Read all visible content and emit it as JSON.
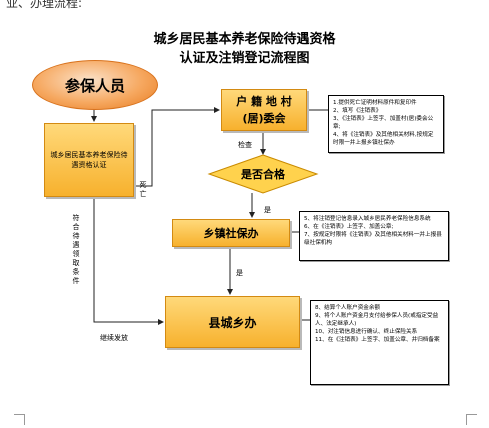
{
  "top_text": "业、办理流程:",
  "title_line1": "城乡居民基本养老保险待遇资格",
  "title_line2": "认证及注销登记流程图",
  "start_node": "参保人员",
  "left_box": "城乡居民基本养老保险待遇资格认证",
  "huji_box": {
    "line1": "户 籍 地 村",
    "line2": "(居)委会"
  },
  "decision": "是否合格",
  "xiangzhen_box": "乡镇社保办",
  "xian_box": "县城乡办",
  "labels": {
    "jiancha": "检查",
    "shiwang": "死亡",
    "shi1": "是",
    "shi2": "是",
    "fuhe": "符合待遇领取条件",
    "jixu": "继续发放"
  },
  "note1": [
    "1.提供死亡证明材料原件和复印件",
    "2、填写《注销表》",
    "3、《注销表》上签字、加盖村(居)委会公章;",
    "4、将《注销表》及其他相关材料,按规定时限一并上报乡镇社保办"
  ],
  "note2": [
    "5、将注销登记信息录入城乡居民养老保险信息系统",
    "6、在《注销表》上签字、加盖公章;",
    "7、按规定时限将《注销表》及其他相关材料一并上报县级社保机构"
  ],
  "note3": [
    "8、结算个人账户资金余额",
    "9、将个人账户资金月支付给参保人员(或指定受益人、法定继承人)",
    "10、对注销信息进行确认、终止保险关系",
    "11、在《注销表》上签字、加盖公章、并归档备案"
  ],
  "colors": {
    "box_top": "#ffd97a",
    "box_bottom": "#f7b12d",
    "oval": "#f6a860",
    "diamond": "#ffd24d"
  }
}
